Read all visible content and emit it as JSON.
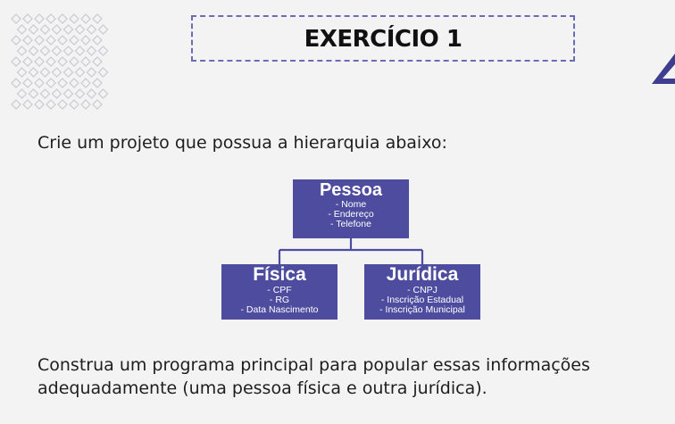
{
  "title": "EXERCÍCIO 1",
  "intro": "Crie um projeto que possua a hierarquia abaixo:",
  "diagram": {
    "root": {
      "title": "Pessoa",
      "attributes": [
        "- Nome",
        "- Endereço",
        "- Telefone"
      ]
    },
    "children": [
      {
        "title": "Física",
        "attributes": [
          "- CPF",
          "- RG",
          "- Data Nascimento"
        ]
      },
      {
        "title": "Jurídica",
        "attributes": [
          "- CNPJ",
          "- Inscrição Estadual",
          "- Inscrição Municipal"
        ]
      }
    ]
  },
  "outro": {
    "line1": "Construa um programa principal para popular essas informações",
    "line2": "adequadamente (uma pessoa física e outra jurídica)."
  },
  "colors": {
    "node_fill": "#4d4c9e",
    "accent": "#3f3d8f",
    "dashed_border": "#6c6cb2",
    "background": "#f3f3f4"
  },
  "icons": {
    "pattern": "diamond-grid-pattern",
    "corner": "triangle-outline"
  }
}
